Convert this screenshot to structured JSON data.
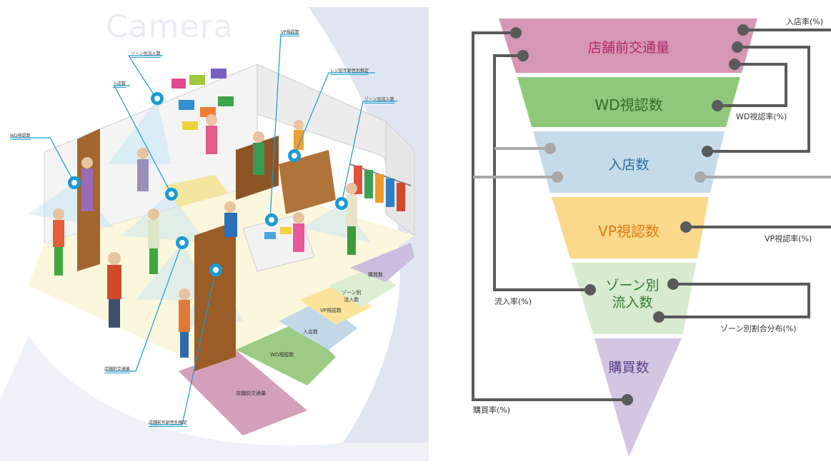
{
  "scene": {
    "title": "Camera",
    "callouts": {
      "vp_count": "VP視認数",
      "zone_inflow_top": "ゾーン別流入数",
      "store_entry": "入店数",
      "register_age_gender": "レジ前年齢性別推定",
      "zone_inflow_right": "ゾーン別流入数",
      "wd_count": "WD視認数",
      "front_traffic": "店舗前交通量",
      "front_age_gender": "店舗前年齢性別推定"
    },
    "floor_bands": {
      "purchases": "購買数",
      "zone_inflow": "ゾーン別\n流入数",
      "vp_count": "VP視認数",
      "store_entry": "入店数",
      "wd_count": "WD視認数",
      "front_traffic": "店舗前交通量"
    },
    "colors": {
      "front_traffic": "#d49fba",
      "wd": "#9ccb84",
      "entry": "#c2d8e8",
      "vp": "#fbe39a",
      "zone": "#dcedd4",
      "purchase": "#c9bedd",
      "camera": "#1a9bd3"
    }
  },
  "funnel": {
    "stages": [
      {
        "label": "店舗前交通量",
        "color": "#d597b4",
        "text_color": "#b0296b"
      },
      {
        "label": "WD視認数",
        "color": "#8fc87a",
        "text_color": "#2f6f25"
      },
      {
        "label": "入店数",
        "color": "#c6dbe9",
        "text_color": "#2b6fa3"
      },
      {
        "label": "VP視認数",
        "color": "#fbd98a",
        "text_color": "#e07b12"
      },
      {
        "label": "ゾーン別\n流入数",
        "color": "#d8ead0",
        "text_color": "#2f7f2d"
      },
      {
        "label": "購買数",
        "color": "#d3c6e2",
        "text_color": "#5b3d86"
      }
    ],
    "metrics": {
      "entry_rate": "入店率(%)",
      "wd_rate": "WD視認率(%)",
      "vp_rate": "VP視認率(%)",
      "inflow_rate": "流入率(%)",
      "zone_share": "ゾーン別割合分布(%)",
      "purchase_rate": "購買率(%)"
    },
    "colors": {
      "connector": "#5a5a5a",
      "connector_light": "#a9a9a9"
    }
  }
}
